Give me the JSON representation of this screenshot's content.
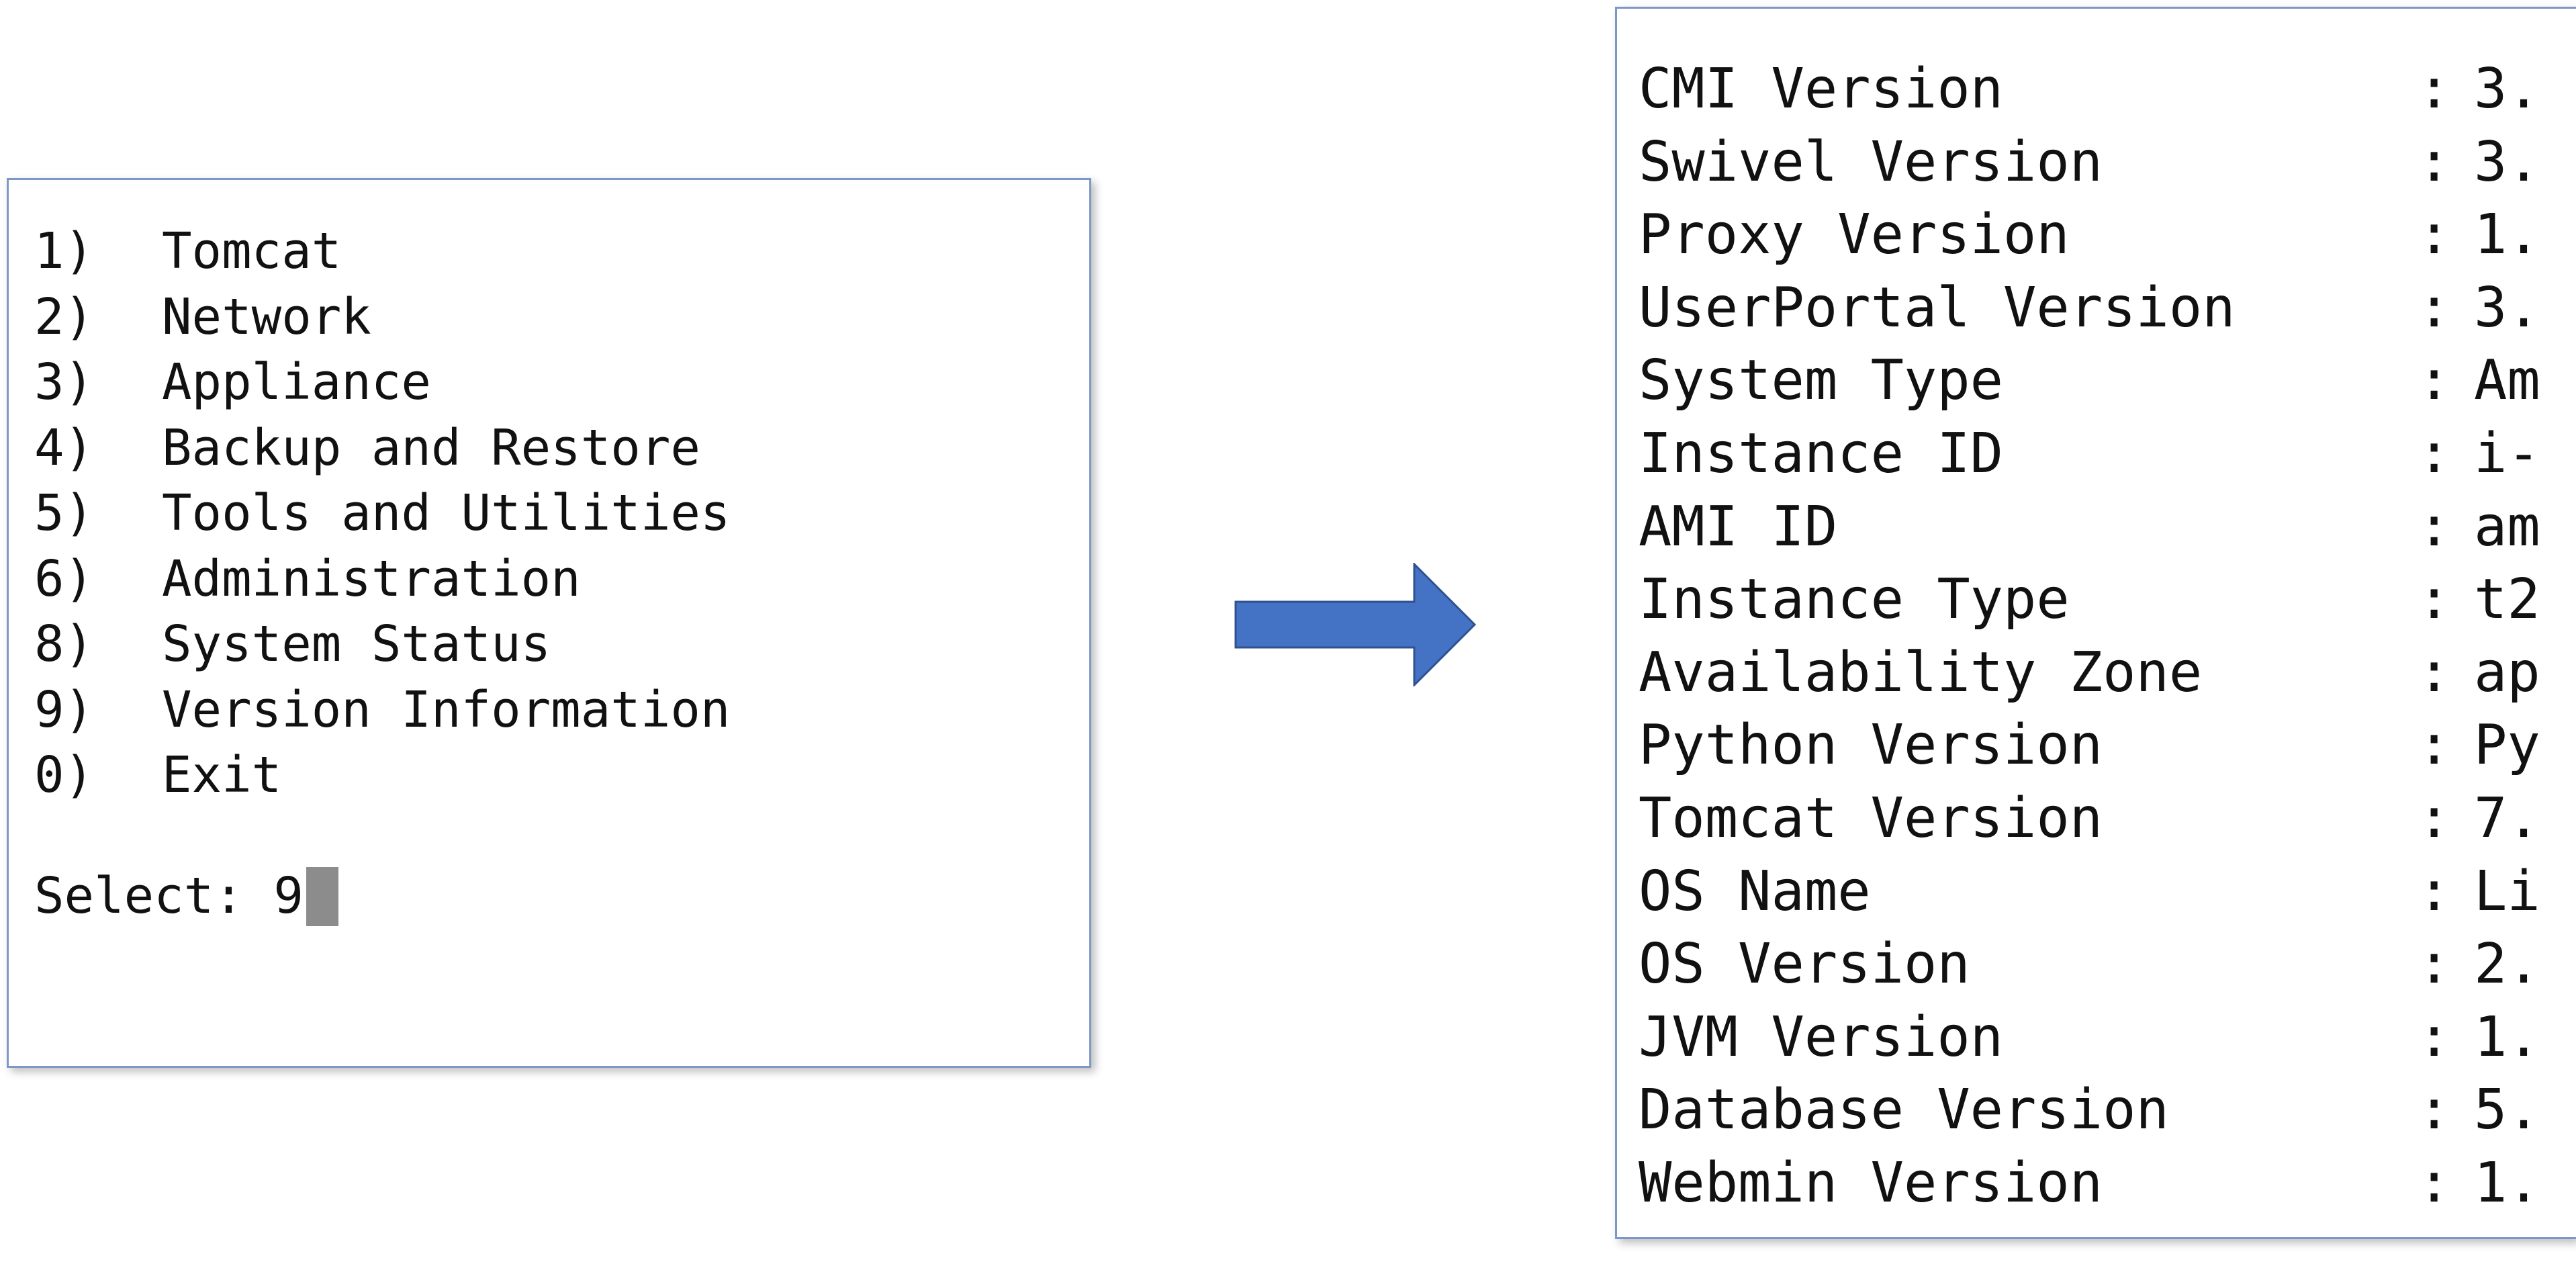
{
  "menu": {
    "items": [
      {
        "num": "1)",
        "label": "Tomcat"
      },
      {
        "num": "2)",
        "label": "Network"
      },
      {
        "num": "3)",
        "label": "Appliance"
      },
      {
        "num": "4)",
        "label": "Backup and Restore"
      },
      {
        "num": "5)",
        "label": "Tools and Utilities"
      },
      {
        "num": "6)",
        "label": "Administration"
      },
      {
        "num": "8)",
        "label": "System Status"
      },
      {
        "num": "9)",
        "label": "Version Information"
      },
      {
        "num": "0)",
        "label": "Exit"
      }
    ],
    "prompt_label": "Select: ",
    "prompt_value": "9"
  },
  "arrow": {
    "icon": "right-arrow-icon",
    "color": "#4472c4",
    "stroke": "#2f528f"
  },
  "version_info": {
    "separator": ":",
    "rows": [
      {
        "label": "CMI Version",
        "value": "3."
      },
      {
        "label": "Swivel Version",
        "value": "3."
      },
      {
        "label": "Proxy Version",
        "value": "1."
      },
      {
        "label": "UserPortal Version",
        "value": "3."
      },
      {
        "label": "System Type",
        "value": "Am"
      },
      {
        "label": "Instance ID",
        "value": "i-"
      },
      {
        "label": "AMI ID",
        "value": "am"
      },
      {
        "label": "Instance Type",
        "value": "t2"
      },
      {
        "label": "Availability Zone",
        "value": "ap"
      },
      {
        "label": "Python Version",
        "value": "Py"
      },
      {
        "label": "Tomcat Version",
        "value": "7."
      },
      {
        "label": "OS Name",
        "value": "Li"
      },
      {
        "label": "OS Version",
        "value": "2."
      },
      {
        "label": "JVM Version",
        "value": "1."
      },
      {
        "label": "Database Version",
        "value": "5."
      },
      {
        "label": "Webmin Version",
        "value": "1."
      }
    ]
  }
}
